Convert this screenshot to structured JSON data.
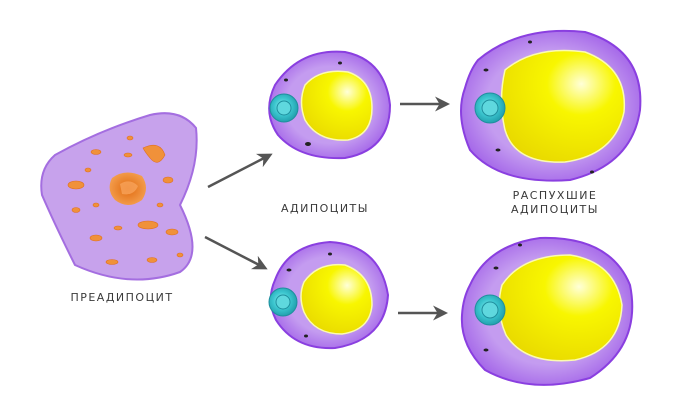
{
  "labels": {
    "preadipocyte": "ПРЕАДИПОЦИТ",
    "adipocytes": "АДИПОЦИТЫ",
    "swollen_line1": "РАСПУХШИЕ",
    "swollen_line2": "АДИПОЦИТЫ"
  },
  "colors": {
    "cytoplasm": "#c9a3ee",
    "membrane": "#8a3fe0",
    "lipid": "#f5f200",
    "nucleus": "#3cc6cf",
    "organelle": "#f0913a",
    "arrow": "#555555"
  }
}
